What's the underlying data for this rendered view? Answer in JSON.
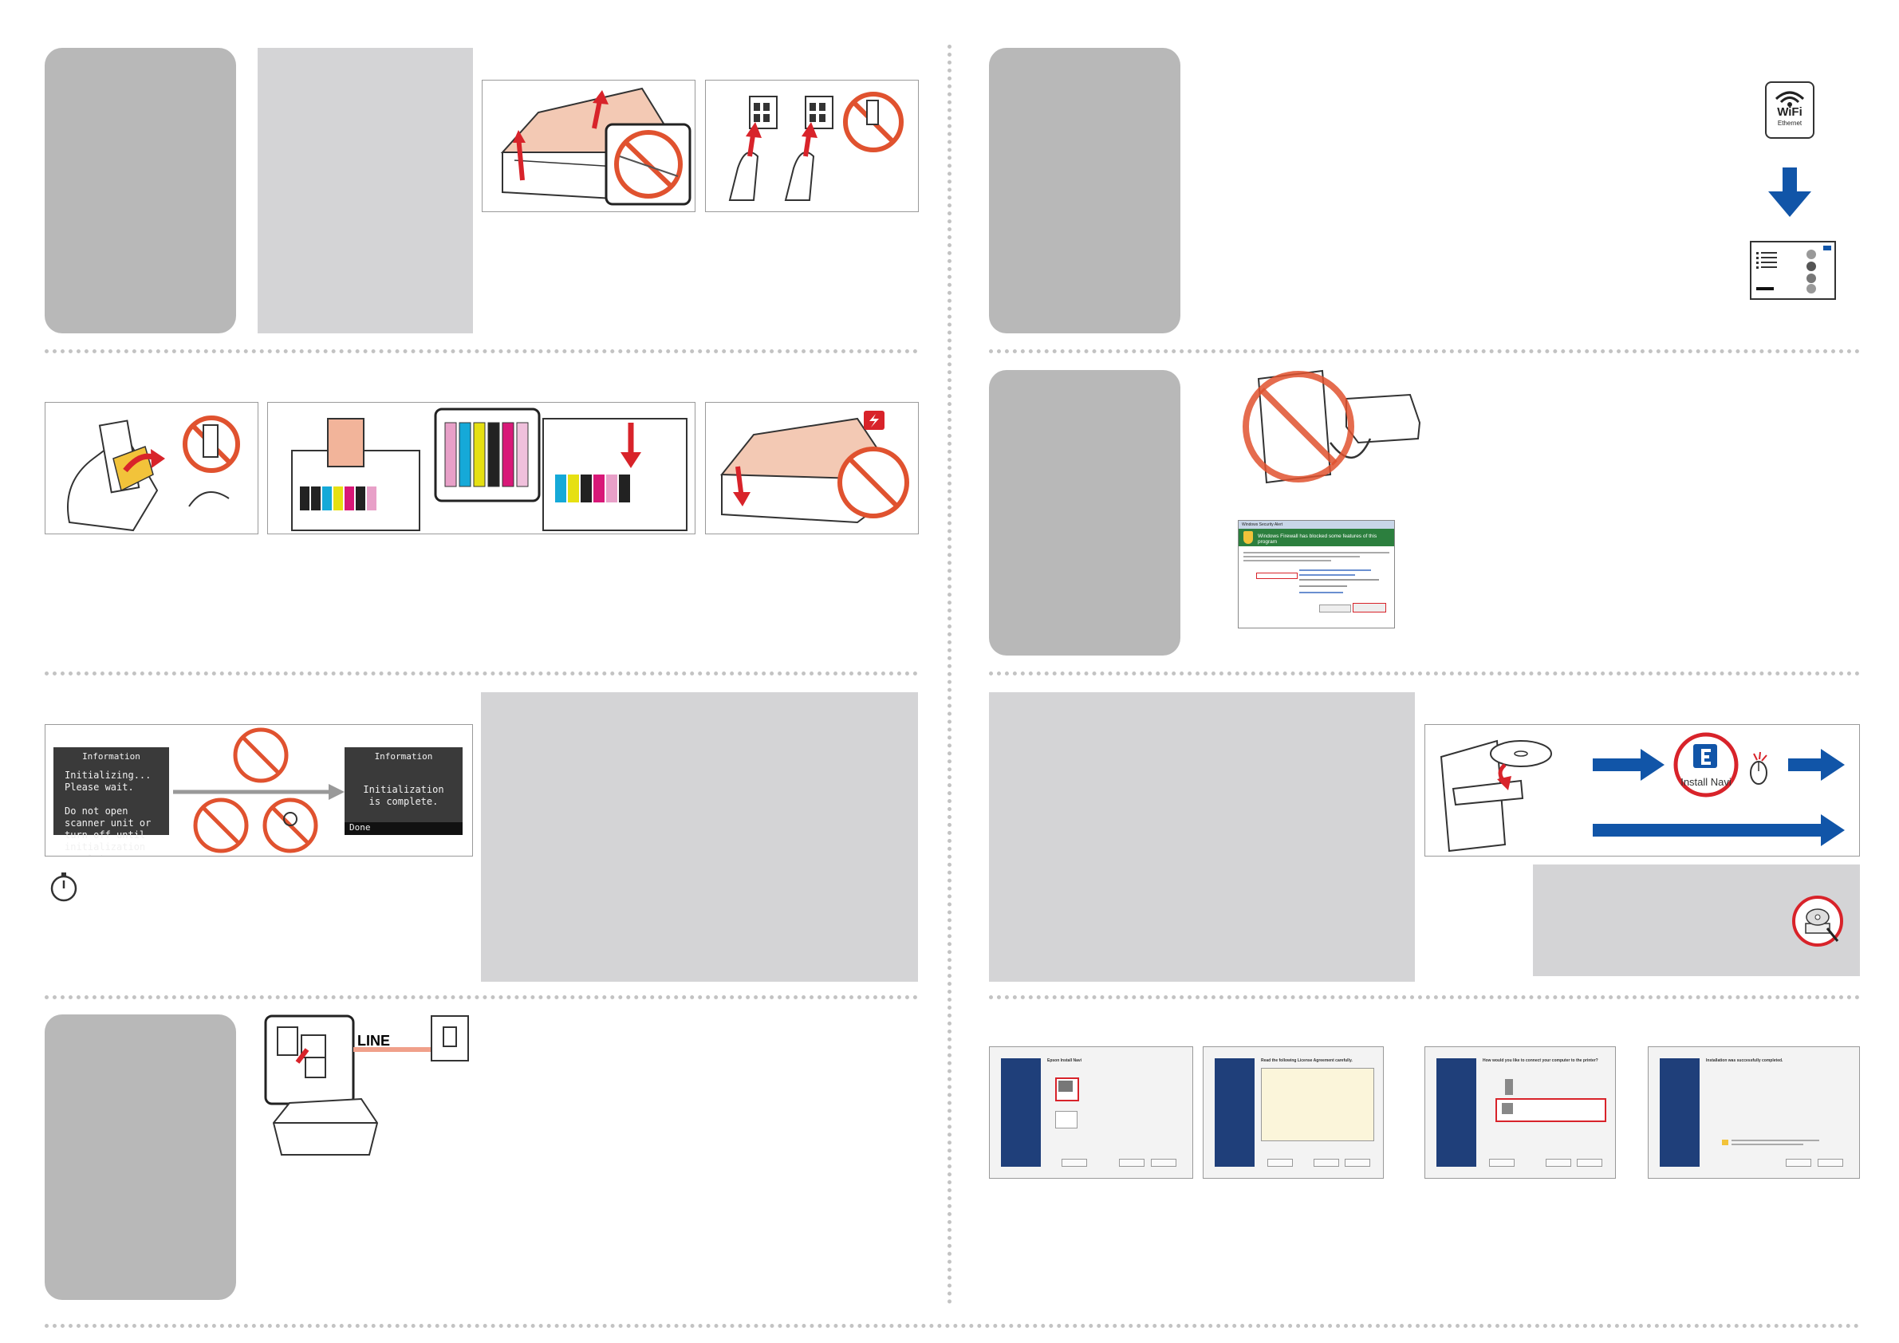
{
  "lcd_initializing": {
    "header": "Information",
    "message": "Initializing... Please wait.\n\nDo not open scanner unit or turn off until initialization complete.\nThis takes about XX minutes."
  },
  "lcd_complete": {
    "header": "Information",
    "message": "Initialization is complete.",
    "footer": "Done"
  },
  "fax_line_label": "LINE",
  "wifi_label": "WiFi",
  "ethernet_label": "Ethernet",
  "install_navi_label": "Install Navi",
  "firewall_dialog": {
    "window_title": "Windows Security Alert",
    "heading": "Windows Firewall has blocked some features of this program"
  },
  "installer_screens": [
    {
      "title": "Epson Install Navi"
    },
    {
      "title": "Read the following License Agreement carefully."
    },
    {
      "title": "How would you like to connect your computer to the printer?"
    },
    {
      "title": "Installation was successfully completed."
    }
  ],
  "colors": {
    "panel_grey": "#b8b8b8",
    "panel_light": "#d4d4d6",
    "prohibit_red": "#e0522f",
    "arrow_blue": "#1155a8",
    "highlight_red": "#d8232a"
  },
  "icons": [
    "wifi-ethernet-icon",
    "down-arrow-icon",
    "network-status-sheet-icon",
    "stopwatch-icon",
    "cd-icon",
    "install-navi-icon",
    "mouse-click-icon",
    "cd-drive-search-icon",
    "lightning-icon"
  ]
}
